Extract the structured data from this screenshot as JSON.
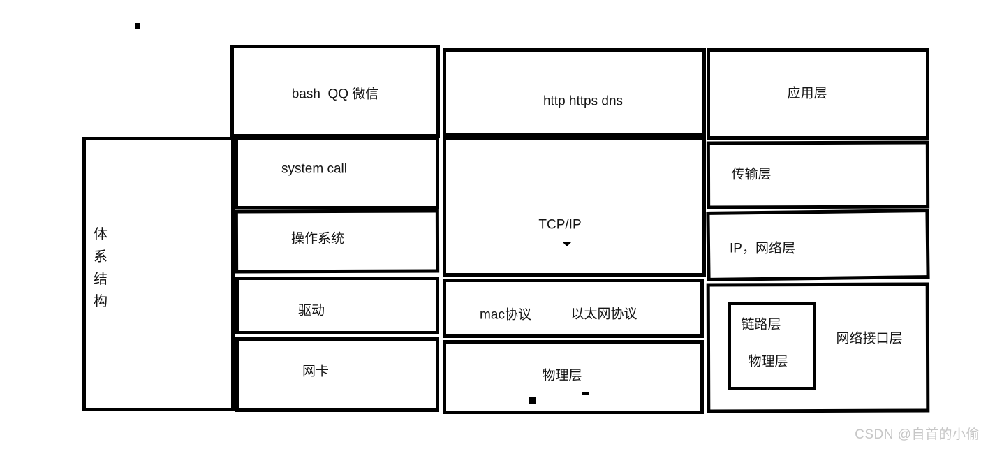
{
  "page": {
    "background": "#ffffff",
    "ink_color": "#000000"
  },
  "architecture_column": {
    "label": "体系结构",
    "chars": [
      "体",
      "系",
      "结",
      "构"
    ]
  },
  "os_stack": {
    "user_apps": "bash  QQ 微信",
    "system_call": "system call",
    "os": "操作系统",
    "driver": "驱动",
    "nic": "网卡"
  },
  "protocol_stack": {
    "app_protocols": "http https dns",
    "tcpip": "TCP/IP",
    "mac_protocol": "mac协议",
    "ethernet_protocol": "以太网协议",
    "physical": "物理层"
  },
  "layer_stack": {
    "application": "应用层",
    "transport": "传输层",
    "network": "IP，网络层",
    "network_interface": "网络接口层",
    "link": "链路层",
    "physical": "物理层"
  },
  "watermark": {
    "text": "CSDN @自首的小偷",
    "color": "#c6c6c6"
  }
}
